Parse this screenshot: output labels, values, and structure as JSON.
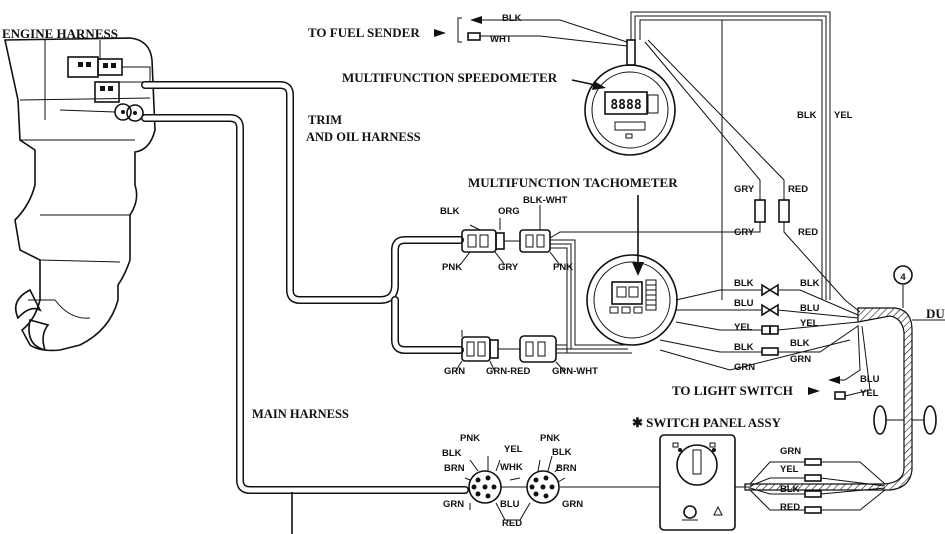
{
  "labels": {
    "engine_harness": "ENGINE HARNESS",
    "to_fuel_sender": "TO FUEL SENDER",
    "speedometer": "MULTIFUNCTION SPEEDOMETER",
    "trim_line1": "TRIM",
    "trim_line2": "AND OIL HARNESS",
    "tachometer": "MULTIFUNCTION TACHOMETER",
    "main_harness": "MAIN HARNESS",
    "to_light_switch": "TO LIGHT SWITCH",
    "switch_panel": "✱ SWITCH PANEL ASSY",
    "callout": "4",
    "du": "DU"
  },
  "wires": {
    "fuel_blk": "BLK",
    "fuel_wht": "WHT",
    "speedo_blk": "BLK",
    "speedo_yel": "YEL",
    "gry_top": "GRY",
    "red_top": "RED",
    "gry_bottom": "GRY",
    "red_bottom": "RED",
    "c1_blk": "BLK",
    "c1_org": "ORG",
    "c1_blkwht": "BLK-WHT",
    "c1_pnk": "PNK",
    "c1_gry": "GRY",
    "c2_pnk": "PNK",
    "c3_grn": "GRN",
    "c3_grnred": "GRN-RED",
    "c3_grnwht": "GRN-WHT",
    "tach_blk_l": "BLK",
    "tach_blk_r": "BLK",
    "tach_blu_l": "BLU",
    "tach_blu_r": "BLU",
    "tach_yel_l": "YEL",
    "tach_yel_r": "YEL",
    "tach_blk2_l": "BLK",
    "tach_blk2_r": "BLK",
    "tach_grn_l": "GRN",
    "tach_grn_r": "GRN",
    "ls_blu": "BLU",
    "ls_yel": "YEL",
    "m_pnk1": "PNK",
    "m_yel": "YEL",
    "m_pnk2": "PNK",
    "m_blk1": "BLK",
    "m_brn1": "BRN",
    "m_whk": "WHK",
    "m_brn2": "BRN",
    "m_grn1": "GRN",
    "m_blu": "BLU",
    "m_grn2": "GRN",
    "m_red": "RED",
    "sp_grn": "GRN",
    "sp_yel": "YEL",
    "sp_blk": "BLK",
    "sp_red": "RED"
  },
  "gauges": {
    "speedo_display": "8888"
  }
}
